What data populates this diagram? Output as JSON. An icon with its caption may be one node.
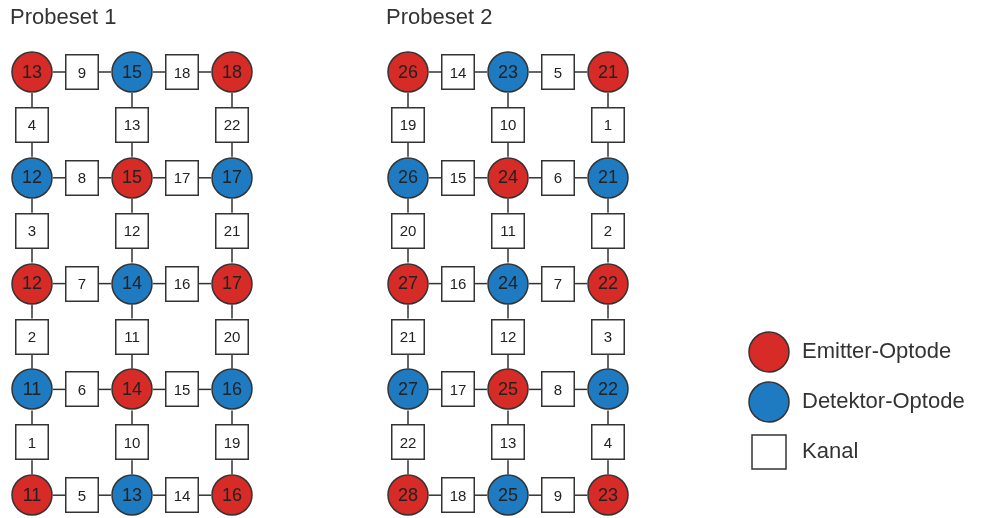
{
  "diagram": {
    "nodes": [
      {
        "text": [
          "13"
        ]
      },
      {
        "text": [
          "9"
        ]
      },
      {
        "text": [
          "15"
        ]
      },
      {
        "text": [
          "18"
        ]
      },
      {
        "text": [
          "18"
        ]
      },
      {
        "text": [
          "4"
        ]
      },
      {
        "text": [
          "13"
        ]
      },
      {
        "text": [
          "22"
        ]
      },
      {
        "text": [
          "12"
        ]
      },
      {
        "text": [
          "8"
        ]
      },
      {
        "text": [
          "15"
        ]
      },
      {
        "text": [
          "17"
        ]
      },
      {
        "text": [
          "17"
        ]
      },
      {
        "text": [
          "3"
        ]
      },
      {
        "text": [
          "12"
        ]
      },
      {
        "text": [
          "21"
        ]
      },
      {
        "text": [
          "12"
        ]
      },
      {
        "text": [
          "7"
        ]
      },
      {
        "text": [
          "14"
        ]
      },
      {
        "text": [
          "16"
        ]
      },
      {
        "text": [
          "17"
        ]
      },
      {
        "text": [
          "2"
        ]
      },
      {
        "text": [
          "11"
        ]
      },
      {
        "text": [
          "20"
        ]
      },
      {
        "text": [
          "11"
        ]
      },
      {
        "text": [
          "6"
        ]
      },
      {
        "text": [
          "14"
        ]
      },
      {
        "text": [
          "15"
        ]
      },
      {
        "text": [
          "16"
        ]
      },
      {
        "text": [
          "1"
        ]
      },
      {
        "text": [
          "10"
        ]
      },
      {
        "text": [
          "19"
        ]
      },
      {
        "text": [
          "11"
        ]
      },
      {
        "text": [
          "5"
        ]
      },
      {
        "text": [
          "13"
        ]
      },
      {
        "text": [
          "14"
        ]
      },
      {
        "text": [
          "16"
        ]
      },
      {
        "text": [
          "26"
        ]
      },
      {
        "text": [
          "14"
        ]
      },
      {
        "text": [
          "23"
        ]
      },
      {
        "text": [
          "5"
        ]
      },
      {
        "text": [
          "21"
        ]
      },
      {
        "text": [
          "19"
        ]
      },
      {
        "text": [
          "10"
        ]
      },
      {
        "text": [
          "1"
        ]
      },
      {
        "text": [
          "26"
        ]
      },
      {
        "text": [
          "15"
        ]
      },
      {
        "text": [
          "24"
        ]
      },
      {
        "text": [
          "6"
        ]
      },
      {
        "text": [
          "21"
        ]
      },
      {
        "text": [
          "20"
        ]
      },
      {
        "text": [
          "11"
        ]
      },
      {
        "text": [
          "2"
        ]
      },
      {
        "text": [
          "27"
        ]
      },
      {
        "text": [
          "16"
        ]
      },
      {
        "text": [
          "24"
        ]
      },
      {
        "text": [
          "7"
        ]
      },
      {
        "text": [
          "22"
        ]
      },
      {
        "text": [
          "21"
        ]
      },
      {
        "text": [
          "12"
        ]
      },
      {
        "text": [
          "3"
        ]
      },
      {
        "text": [
          "27"
        ]
      },
      {
        "text": [
          "17"
        ]
      },
      {
        "text": [
          "25"
        ]
      },
      {
        "text": [
          "8"
        ]
      },
      {
        "text": [
          "22"
        ]
      },
      {
        "text": [
          "22"
        ]
      },
      {
        "text": [
          "13"
        ]
      },
      {
        "text": [
          "4"
        ]
      },
      {
        "text": [
          "28"
        ]
      },
      {
        "text": [
          "18"
        ]
      },
      {
        "text": [
          "25"
        ]
      },
      {
        "text": [
          "9"
        ]
      },
      {
        "text": [
          "23"
        ]
      }
    ],
    "edges": [
      {
        "from": 0,
        "to": 1,
        "arrow": "none"
      },
      {
        "from": 1,
        "to": 2,
        "arrow": "none"
      },
      {
        "from": 2,
        "to": 3,
        "arrow": "none"
      },
      {
        "from": 3,
        "to": 4,
        "arrow": "none"
      },
      {
        "from": 0,
        "to": 5,
        "arrow": "none"
      },
      {
        "from": 5,
        "to": 8,
        "arrow": "none"
      },
      {
        "from": 2,
        "to": 6,
        "arrow": "none"
      },
      {
        "from": 6,
        "to": 10,
        "arrow": "none"
      },
      {
        "from": 4,
        "to": 7,
        "arrow": "none"
      },
      {
        "from": 7,
        "to": 12,
        "arrow": "none"
      },
      {
        "from": 8,
        "to": 9,
        "arrow": "none"
      },
      {
        "from": 9,
        "to": 10,
        "arrow": "none"
      },
      {
        "from": 10,
        "to": 11,
        "arrow": "none"
      },
      {
        "from": 11,
        "to": 12,
        "arrow": "none"
      },
      {
        "from": 8,
        "to": 13,
        "arrow": "none"
      },
      {
        "from": 13,
        "to": 16,
        "arrow": "none"
      },
      {
        "from": 10,
        "to": 14,
        "arrow": "none"
      },
      {
        "from": 14,
        "to": 18,
        "arrow": "none"
      },
      {
        "from": 12,
        "to": 15,
        "arrow": "none"
      },
      {
        "from": 15,
        "to": 20,
        "arrow": "none"
      },
      {
        "from": 16,
        "to": 17,
        "arrow": "none"
      },
      {
        "from": 17,
        "to": 18,
        "arrow": "none"
      },
      {
        "from": 18,
        "to": 19,
        "arrow": "none"
      },
      {
        "from": 19,
        "to": 20,
        "arrow": "none"
      },
      {
        "from": 16,
        "to": 21,
        "arrow": "none"
      },
      {
        "from": 21,
        "to": 24,
        "arrow": "none"
      },
      {
        "from": 18,
        "to": 22,
        "arrow": "none"
      },
      {
        "from": 22,
        "to": 26,
        "arrow": "none"
      },
      {
        "from": 20,
        "to": 23,
        "arrow": "none"
      },
      {
        "from": 23,
        "to": 28,
        "arrow": "none"
      },
      {
        "from": 24,
        "to": 25,
        "arrow": "none"
      },
      {
        "from": 25,
        "to": 26,
        "arrow": "none"
      },
      {
        "from": 26,
        "to": 27,
        "arrow": "none"
      },
      {
        "from": 27,
        "to": 28,
        "arrow": "none"
      },
      {
        "from": 24,
        "to": 29,
        "arrow": "none"
      },
      {
        "from": 29,
        "to": 32,
        "arrow": "none"
      },
      {
        "from": 26,
        "to": 30,
        "arrow": "none"
      },
      {
        "from": 30,
        "to": 34,
        "arrow": "none"
      },
      {
        "from": 28,
        "to": 31,
        "arrow": "none"
      },
      {
        "from": 31,
        "to": 36,
        "arrow": "none"
      },
      {
        "from": 32,
        "to": 33,
        "arrow": "none"
      },
      {
        "from": 33,
        "to": 34,
        "arrow": "none"
      },
      {
        "from": 34,
        "to": 35,
        "arrow": "none"
      },
      {
        "from": 35,
        "to": 36,
        "arrow": "none"
      },
      {
        "from": 37,
        "to": 38,
        "arrow": "none"
      },
      {
        "from": 38,
        "to": 39,
        "arrow": "none"
      },
      {
        "from": 39,
        "to": 40,
        "arrow": "none"
      },
      {
        "from": 40,
        "to": 41,
        "arrow": "none"
      },
      {
        "from": 37,
        "to": 42,
        "arrow": "none"
      },
      {
        "from": 42,
        "to": 45,
        "arrow": "none"
      },
      {
        "from": 39,
        "to": 43,
        "arrow": "none"
      },
      {
        "from": 43,
        "to": 47,
        "arrow": "none"
      },
      {
        "from": 41,
        "to": 44,
        "arrow": "none"
      },
      {
        "from": 44,
        "to": 49,
        "arrow": "none"
      },
      {
        "from": 45,
        "to": 46,
        "arrow": "none"
      },
      {
        "from": 46,
        "to": 47,
        "arrow": "none"
      },
      {
        "from": 47,
        "to": 48,
        "arrow": "none"
      },
      {
        "from": 48,
        "to": 49,
        "arrow": "none"
      },
      {
        "from": 45,
        "to": 50,
        "arrow": "none"
      },
      {
        "from": 50,
        "to": 53,
        "arrow": "none"
      },
      {
        "from": 47,
        "to": 51,
        "arrow": "none"
      },
      {
        "from": 51,
        "to": 55,
        "arrow": "none"
      },
      {
        "from": 49,
        "to": 52,
        "arrow": "none"
      },
      {
        "from": 52,
        "to": 57,
        "arrow": "none"
      },
      {
        "from": 53,
        "to": 54,
        "arrow": "none"
      },
      {
        "from": 54,
        "to": 55,
        "arrow": "none"
      },
      {
        "from": 55,
        "to": 56,
        "arrow": "none"
      },
      {
        "from": 56,
        "to": 57,
        "arrow": "none"
      },
      {
        "from": 53,
        "to": 58,
        "arrow": "none"
      },
      {
        "from": 58,
        "to": 61,
        "arrow": "none"
      },
      {
        "from": 55,
        "to": 59,
        "arrow": "none"
      },
      {
        "from": 59,
        "to": 63,
        "arrow": "none"
      },
      {
        "from": 57,
        "to": 60,
        "arrow": "none"
      },
      {
        "from": 60,
        "to": 65,
        "arrow": "none"
      },
      {
        "from": 61,
        "to": 62,
        "arrow": "none"
      },
      {
        "from": 62,
        "to": 63,
        "arrow": "none"
      },
      {
        "from": 63,
        "to": 64,
        "arrow": "none"
      },
      {
        "from": 64,
        "to": 65,
        "arrow": "none"
      },
      {
        "from": 61,
        "to": 66,
        "arrow": "none"
      },
      {
        "from": 66,
        "to": 69,
        "arrow": "none"
      },
      {
        "from": 63,
        "to": 67,
        "arrow": "none"
      },
      {
        "from": 67,
        "to": 71,
        "arrow": "none"
      },
      {
        "from": 65,
        "to": 68,
        "arrow": "none"
      },
      {
        "from": 68,
        "to": 73,
        "arrow": "none"
      },
      {
        "from": 69,
        "to": 70,
        "arrow": "none"
      },
      {
        "from": 70,
        "to": 71,
        "arrow": "none"
      },
      {
        "from": 71,
        "to": 72,
        "arrow": "none"
      },
      {
        "from": 72,
        "to": 73,
        "arrow": "none"
      }
    ],
    "labels": [
      "Probeset 1",
      "Probeset 2"
    ],
    "legend": [
      {
        "text": "Emitter-Optode",
        "color": "#d62b27"
      },
      {
        "text": "Detektor-Optode",
        "color": "#1f7bc1"
      },
      {
        "text": "Kanal"
      }
    ]
  }
}
